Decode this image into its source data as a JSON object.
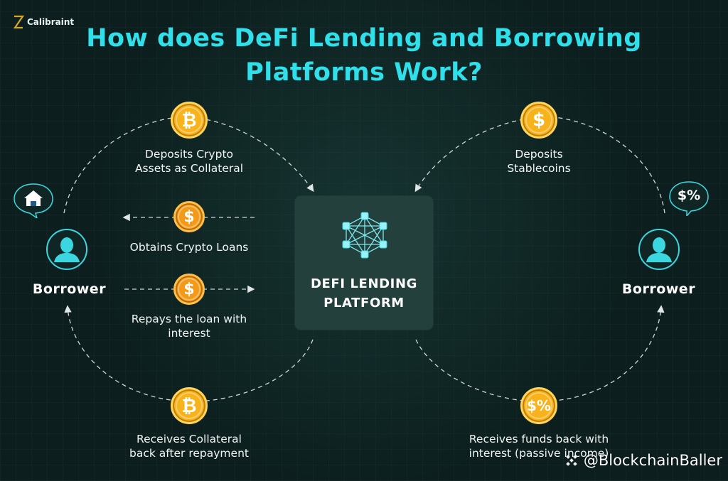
{
  "brand": {
    "name": "Calibraint"
  },
  "title": {
    "line1": "How does DeFi Lending and Borrowing",
    "line2": "Platforms Work?"
  },
  "platform": {
    "line1": "DEFI LENDING",
    "line2": "PLATFORM"
  },
  "left": {
    "role": "Borrower",
    "steps": {
      "deposit_line1": "Deposits Crypto",
      "deposit_line2": "Assets as Collateral",
      "obtain": "Obtains Crypto Loans",
      "repay_line1": "Repays the loan with",
      "repay_line2": "interest",
      "receive_line1": "Receives Collateral",
      "receive_line2": "back after repayment"
    }
  },
  "right": {
    "role": "Borrower",
    "bubble_text": "$%",
    "steps": {
      "deposit_line1": "Deposits",
      "deposit_line2": "Stablecoins",
      "receive_line1": "Receives funds back with",
      "receive_line2": "interest (passive income)"
    }
  },
  "coins": {
    "bitcoin": "₿",
    "dollar": "$",
    "dollar_percent": "$%"
  },
  "watermark": {
    "handle": "@BlockchainBaller"
  },
  "colors": {
    "accent": "#2fe0ea",
    "coin": "#f7b21c",
    "background": "#0c1f1e",
    "panel": "#23403d"
  },
  "icons": [
    "calibraint-logo",
    "bitcoin-coin-icon",
    "dollar-coin-icon",
    "dollar-percent-coin-icon",
    "network-icon",
    "user-avatar-icon",
    "home-bubble-icon",
    "dollar-percent-bubble-icon",
    "binance-logo"
  ]
}
